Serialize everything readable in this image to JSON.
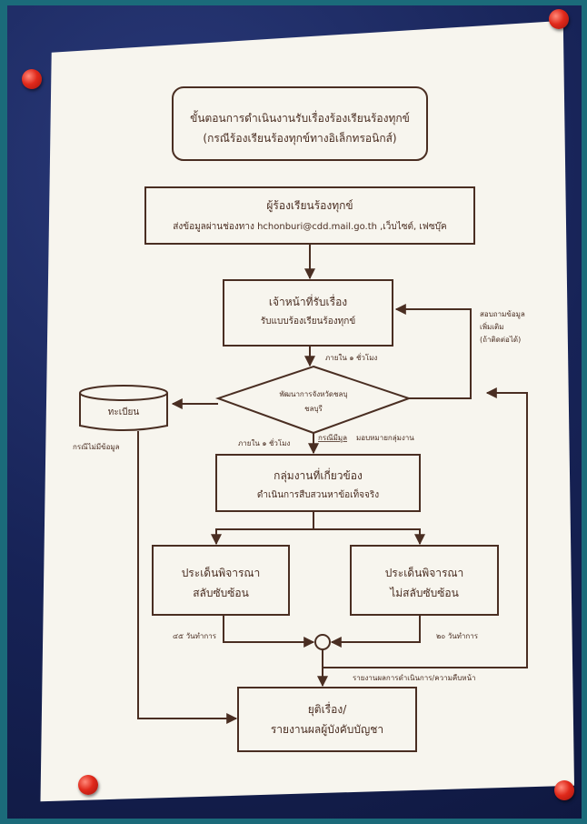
{
  "title": {
    "line1": "ขั้นตอนการดำเนินงานรับเรื่องร้องเรียนร้องทุกข์",
    "line2": "(กรณีร้องเรียนร้องทุกข์ทางอิเล็กทรอนิกส์)"
  },
  "complainant": {
    "heading": "ผู้ร้องเรียนร้องทุกข์",
    "detail": "ส่งข้อมูลผ่านช่องทาง hchonburi@cdd.mail.go.th ,เว็บไซต์, เฟซบุ๊ค"
  },
  "officer": {
    "heading": "เจ้าหน้าที่รับเรื่อง",
    "detail": "รับแบบร้องเรียนร้องทุกข์"
  },
  "decision": {
    "line1": "พัฒนาการจังหวัดชลบุ",
    "line2": "ชลบุรี"
  },
  "registry": {
    "label": "ทะเบียน"
  },
  "group": {
    "heading": "กลุ่มงานที่เกี่ยวข้อง",
    "detail": "ดำเนินการสืบสวนหาข้อเท็จจริง"
  },
  "issue_complex": {
    "line1": "ประเด็นพิจารณา",
    "line2": "สลับซับซ้อน"
  },
  "issue_simple": {
    "line1": "ประเด็นพิจารณา",
    "line2": "ไม่สลับซับซ้อน"
  },
  "end": {
    "line1": "ยุติเรื่อง/",
    "line2": "รายงานผลผู้บังคับบัญชา"
  },
  "notes": {
    "inquire1": "สอบถามข้อมูล",
    "inquire2": "เพิ่มเติม",
    "inquire3": "(ถ้าติดต่อได้)",
    "within_hour_top": "ภายใน ๑ ชั่วโมง",
    "within_hour_bottom": "ภายใน ๑ ชั่วโมง",
    "has_info_under": "กรณีมีมูล",
    "has_info_rest": "มอบหมายกลุ่มงาน",
    "no_info": "กรณีไม่มีข้อมูล",
    "days_left": "๔๕ วันทำการ",
    "days_right": "๒๐ วันทำการ",
    "report_progress": "รายงานผลการดำเนินการ/ความคืบหน้า"
  },
  "colors": {
    "ink": "#4a2e22",
    "paper": "#f7f5ee",
    "board": "#172357",
    "pin": "#e0291b"
  }
}
